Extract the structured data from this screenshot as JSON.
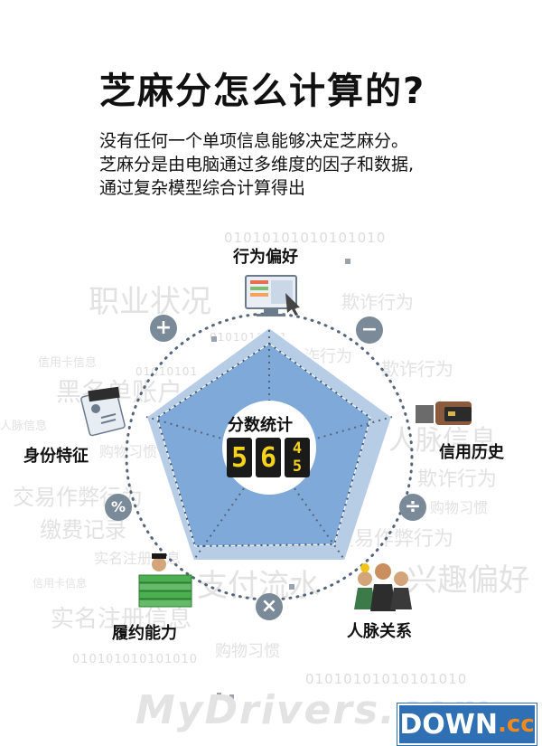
{
  "title": "芝麻分怎么计算的?",
  "intro": [
    "没有任何一个单项信息能够决定芝麻分。",
    "芝麻分是由电脑通过多维度的因子和数据,",
    "通过复杂模型综合计算得出"
  ],
  "center": {
    "label": "分数统计",
    "digits": [
      "5",
      "6"
    ],
    "split_digit": [
      "4",
      "5"
    ]
  },
  "nodes": {
    "top": "行为偏好",
    "right": "信用历史",
    "bottom_right": "人脉关系",
    "bottom_left": "履约能力",
    "left": "身份特征"
  },
  "operators": {
    "plus": "+",
    "minus": "−",
    "percent": "%",
    "divide": "÷",
    "times": "×"
  },
  "background_words": [
    {
      "text": "职业状况",
      "size": 34
    },
    {
      "text": "欺诈行为",
      "size": 20
    },
    {
      "text": "欺诈行为",
      "size": 18
    },
    {
      "text": "欺诈行为",
      "size": 20
    },
    {
      "text": "信用卡信息",
      "size": 13
    },
    {
      "text": "黑名单账户",
      "size": 28
    },
    {
      "text": "人脉信息",
      "size": 13
    },
    {
      "text": "交易作弊行为",
      "size": 24
    },
    {
      "text": "缴费记录",
      "size": 24
    },
    {
      "text": "实名注册信息",
      "size": 16
    },
    {
      "text": "信用卡信息",
      "size": 12
    },
    {
      "text": "实名注册信息",
      "size": 26
    },
    {
      "text": "支付流水",
      "size": 34
    },
    {
      "text": "兴趣偏好",
      "size": 34
    },
    {
      "text": "人脉信息",
      "size": 30
    },
    {
      "text": "欺诈行为",
      "size": 22
    },
    {
      "text": "购物习惯",
      "size": 16
    },
    {
      "text": "交易作弊行为",
      "size": 22
    },
    {
      "text": "购物习惯",
      "size": 18
    },
    {
      "text": "购物习惯",
      "size": 16
    }
  ],
  "binary_strings": [
    "01010101010101010",
    "0101010101",
    "01010101",
    "010101010101010",
    "01010101010101010"
  ],
  "watermark": "MyDrivers.com",
  "logo": {
    "main": "DOWN",
    "suffix": ".cc"
  },
  "colors": {
    "pentagon_outer": "#b7cde6",
    "pentagon_inner": "#7fa9d8",
    "dotted": "#55657a",
    "operator_bg": "#7b8a99",
    "logo_bg": "#2f6fb3",
    "logo_accent": "#f08a1c",
    "digit_fg": "#f5d21e"
  },
  "icons": [
    "monitor-icon",
    "id-card-icon",
    "credit-card-icon",
    "people-icon",
    "money-stack-icon"
  ]
}
